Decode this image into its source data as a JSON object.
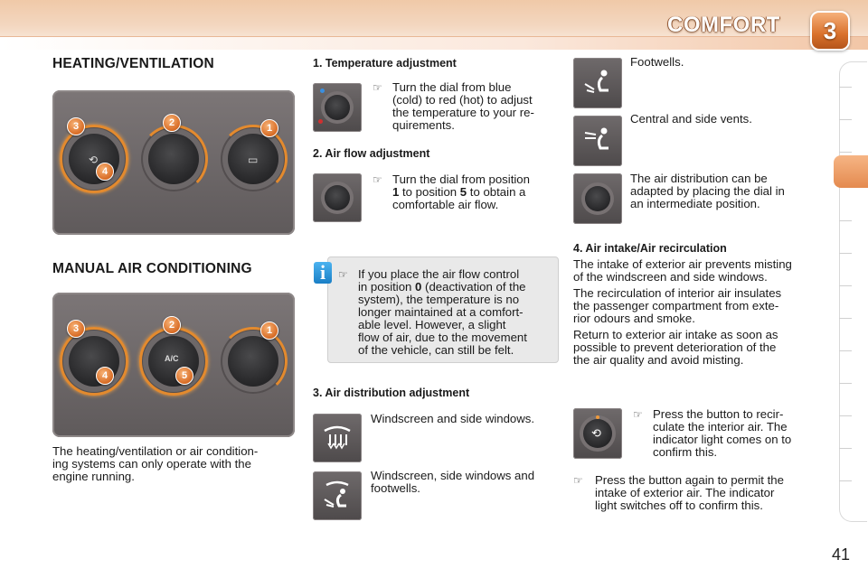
{
  "header": {
    "chapter_title": "COMFORT",
    "chapter_number": "3",
    "colors": {
      "accent": "#e38a2e",
      "band": "#f2c6a6"
    }
  },
  "left": {
    "heating_heading": "HEATING/VENTILATION",
    "manual_ac_heading": "MANUAL AIR CONDITIONING",
    "panel1_badges": [
      "3",
      "2",
      "1",
      "4"
    ],
    "panel2_badges": [
      "3",
      "2",
      "1",
      "4",
      "5"
    ],
    "panel2_ac_label": "A/C",
    "footer_text_lines": [
      "The heating/ventilation or air condition-",
      "ing systems can only operate with the",
      "engine running."
    ]
  },
  "middle": {
    "temp_heading": "1. Temperature adjustment",
    "temp_lines": [
      "Turn the dial from blue",
      "(cold) to red (hot) to adjust",
      "the temperature to your re-",
      "quirements."
    ],
    "airflow_heading": "2. Air flow adjustment",
    "airflow_line1": "Turn the dial from position",
    "airflow_line2_part1": "1",
    "airflow_line2_part2": " to position ",
    "airflow_line2_part3": "5",
    "airflow_line2_part4": " to obtain a",
    "airflow_line3": "comfortable air flow.",
    "info_line1": "If you place the air flow control",
    "info_line2_part1": "in position ",
    "info_line2_part2": "0",
    "info_line2_part3": " (deactivation of the",
    "info_lines_rest": [
      "system), the temperature is no",
      "longer maintained at a comfort-",
      "able level. However, a slight",
      "flow of air, due to the movement",
      "of the vehicle, can still be felt."
    ],
    "info_icon": "i",
    "distribution_heading": "3. Air distribution adjustment",
    "dist_item1": "Windscreen and side windows.",
    "dist_item2_lines": [
      "Windscreen, side windows and",
      "footwells."
    ]
  },
  "right": {
    "footwells": "Footwells.",
    "central_vents": "Central and side vents.",
    "intermediate_lines": [
      "The air distribution can be",
      "adapted by placing the dial in",
      "an intermediate position."
    ],
    "intake_heading": "4. Air intake/Air recirculation",
    "intake_paragraphs": [
      [
        "The intake of exterior air prevents misting",
        "of the windscreen and side windows."
      ],
      [
        "The recirculation of interior air insulates",
        "the passenger compartment from exte-",
        "rior odours and smoke."
      ],
      [
        "Return to exterior air intake as soon as",
        "possible to prevent deterioration of the",
        "the air quality and avoid misting."
      ]
    ],
    "press_lines": [
      "Press the button to recir-",
      "culate the interior air. The",
      "indicator light comes on to",
      "confirm this."
    ],
    "press_again_lines": [
      "Press the button again to permit the",
      "intake of exterior air. The indicator",
      "light switches off to confirm this."
    ]
  },
  "icons": {
    "bullet": "☞",
    "footwell_icon": "footwell-airflow-icon",
    "vents_icon": "face-vents-airflow-icon",
    "windscreen_icon": "windscreen-demist-icon",
    "windscreen_footwell_icon": "windscreen-footwell-airflow-icon",
    "recirculation_icon": "air-recirculation-icon"
  },
  "page_number": "41"
}
